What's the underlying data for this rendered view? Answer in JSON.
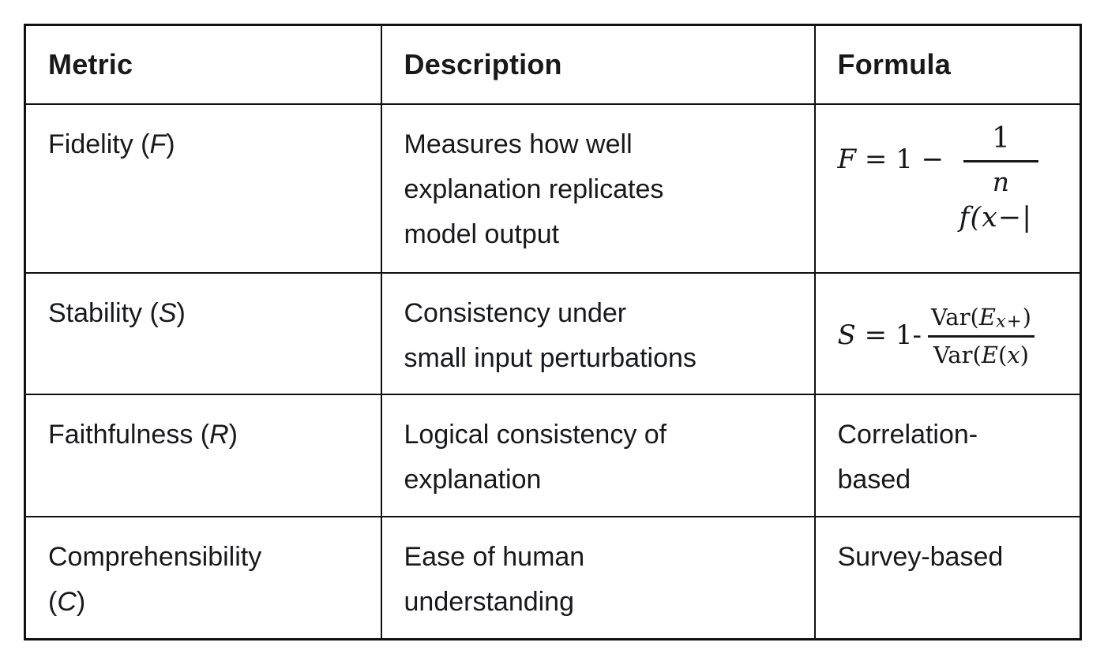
{
  "colors": {
    "background": "#ffffff",
    "border": "#101010",
    "text": "#17191c"
  },
  "table": {
    "headers": [
      "Metric",
      "Description",
      "Formula"
    ],
    "rows": [
      {
        "metric": {
          "pre": "Fidelity (",
          "symbol": "F",
          "post": ")"
        },
        "description_lines": [
          "Measures how well",
          "explanation replicates",
          "model output"
        ],
        "formula": {
          "lhs_symbol": "F",
          "lhs_op": " = 1 − ",
          "numerator": "1",
          "denominator": "n",
          "below": "f(x−|"
        }
      },
      {
        "metric": {
          "pre": "Stability (",
          "symbol": "S",
          "post": ")"
        },
        "description_lines": [
          "Consistency under",
          "small input perturbations"
        ],
        "formula": {
          "lhs_symbol": "S",
          "lhs_op": " = 1-",
          "num_fn": "Var(",
          "num_var": "E",
          "num_sub": "x+",
          "num_close": ")",
          "den_fn": "Var(",
          "den_var": "E",
          "den_open": "(",
          "den_var2": "x",
          "den_close": ")"
        }
      },
      {
        "metric": {
          "pre": "Faithfulness (",
          "symbol": "R",
          "post": ")"
        },
        "description_lines": [
          "Logical consistency of",
          "explanation"
        ],
        "formula_lines": [
          "Correlation-",
          "based"
        ]
      },
      {
        "metric": {
          "pre": "Comprehensibility",
          "pre2": "(",
          "symbol": "C",
          "post": ")"
        },
        "description_lines": [
          "Ease of human",
          "understanding"
        ],
        "formula_lines": [
          "Survey-based"
        ]
      }
    ]
  }
}
